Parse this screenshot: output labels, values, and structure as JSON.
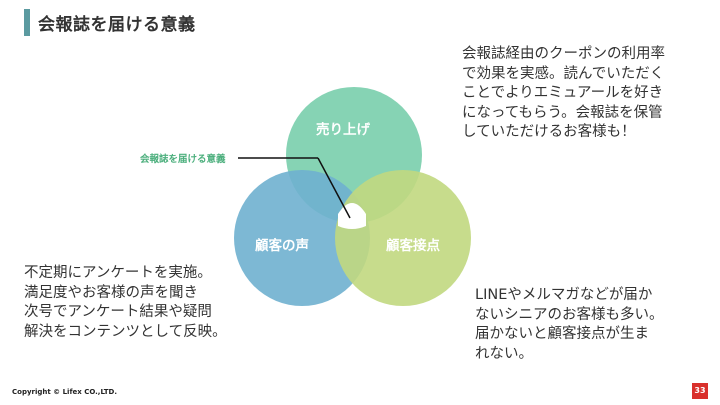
{
  "slide": {
    "title": "会報誌を届ける意義",
    "top_right_text": "会報誌経由のクーポンの利用率\nで効果を実感。読んでいただく\nことでよりエミュアールを好き\nになってもらう。会報誌を保管\nしていただけるお客様も！",
    "bottom_left_text": "不定期にアンケートを実施。\n満足度やお客様の声を聞き\n次号でアンケート結果や疑問\n解決をコンテンツとして反映。",
    "bottom_right_text": "LINEやメルマガなどが届か\nないシニアのお客様も多い。\n届かないと顧客接点が生ま\nれない。",
    "venn": {
      "top_label": "売り上げ",
      "left_label": "顧客の声",
      "right_label": "顧客接点",
      "callout": "会報誌を届ける意義",
      "colors": {
        "top": "#7fd1b0",
        "left": "#6fb0cf",
        "right": "#c1d87f",
        "center": "#ffffff"
      }
    },
    "footer": "Copyright © Lifex CO.,LTD.",
    "page_number": "33"
  }
}
